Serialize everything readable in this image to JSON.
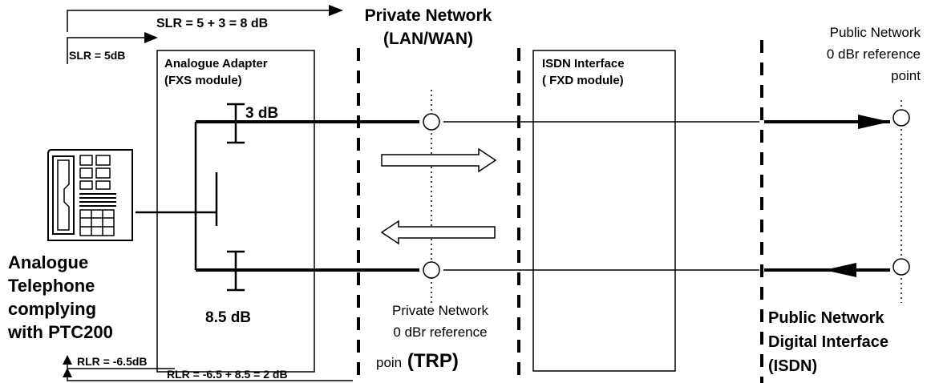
{
  "labels": {
    "slr_total": "SLR = 5 + 3 = 8 dB",
    "slr_adapter": "SLR = 5dB",
    "private_network_line1": "Private Network",
    "private_network_line2": "(LAN/WAN)",
    "adapter_line1": "Analogue Adapter",
    "adapter_line2": "(FXS module)",
    "isdn_line1": "ISDN Interface",
    "isdn_line2": "( FXD module)",
    "public_ref_line1": "Public Network",
    "public_ref_line2": "0 dBr reference",
    "public_ref_line3": "point",
    "send_attenuation": "3 dB",
    "receive_attenuation": "8.5 dB",
    "phone_line1": "Analogue",
    "phone_line2": "Telephone",
    "phone_line3": "complying",
    "phone_line4": "with PTC200",
    "private_ref_line1": "Private Network",
    "private_ref_line2": "0 dBr reference",
    "private_ref_line3_prefix": "poin",
    "private_ref_line3_bold": "(TRP)",
    "public_digital_line1": "Public Network",
    "public_digital_line2": "Digital Interface",
    "public_digital_line3": "(ISDN)",
    "rlr_phone": "RLR = -6.5dB",
    "rlr_total": "RLR = -6.5 + 8.5 = 2 dB"
  },
  "colors": {
    "ink": "#000000",
    "background": "#ffffff"
  }
}
